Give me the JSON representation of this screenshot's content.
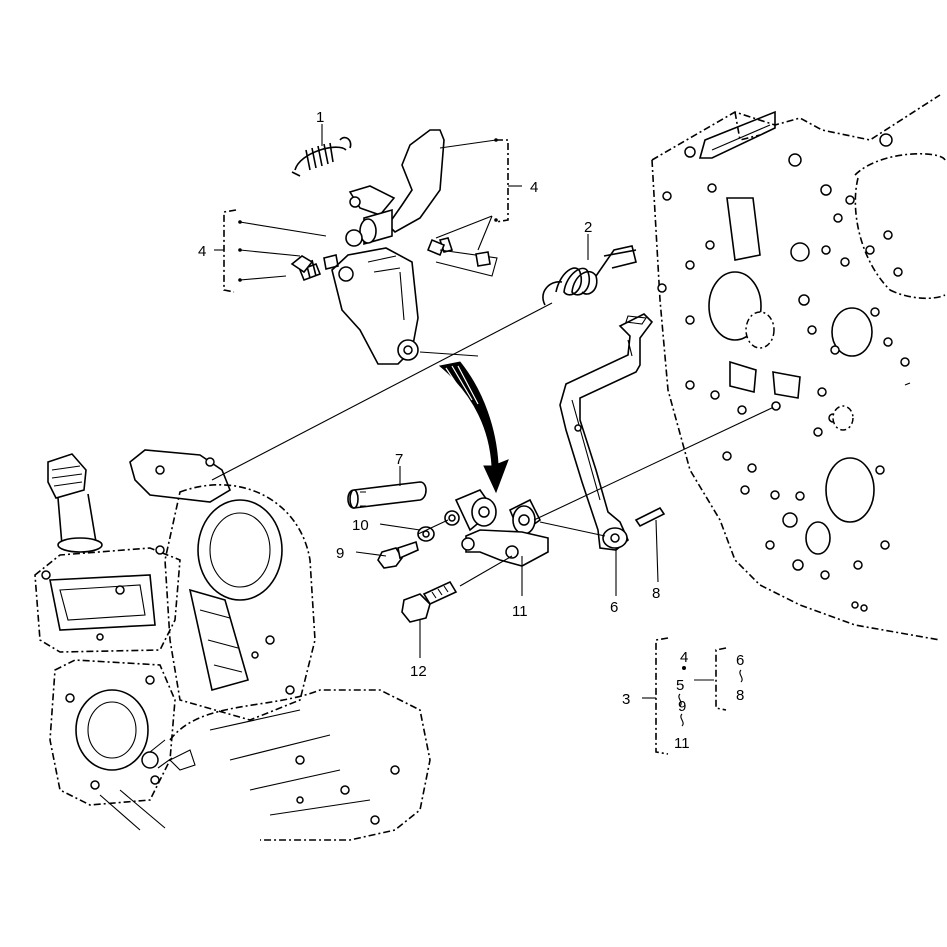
{
  "callouts": {
    "c1": "1",
    "c2": "2",
    "c4_top": "4",
    "c4_left": "4",
    "c7": "7",
    "c10": "10",
    "c9": "9",
    "c11": "11",
    "c6": "6",
    "c8": "8",
    "c12": "12"
  },
  "legend": {
    "left_number": "3",
    "inner_items": [
      "4",
      "5",
      "9",
      "11"
    ],
    "right_items": [
      "6",
      "8"
    ]
  }
}
